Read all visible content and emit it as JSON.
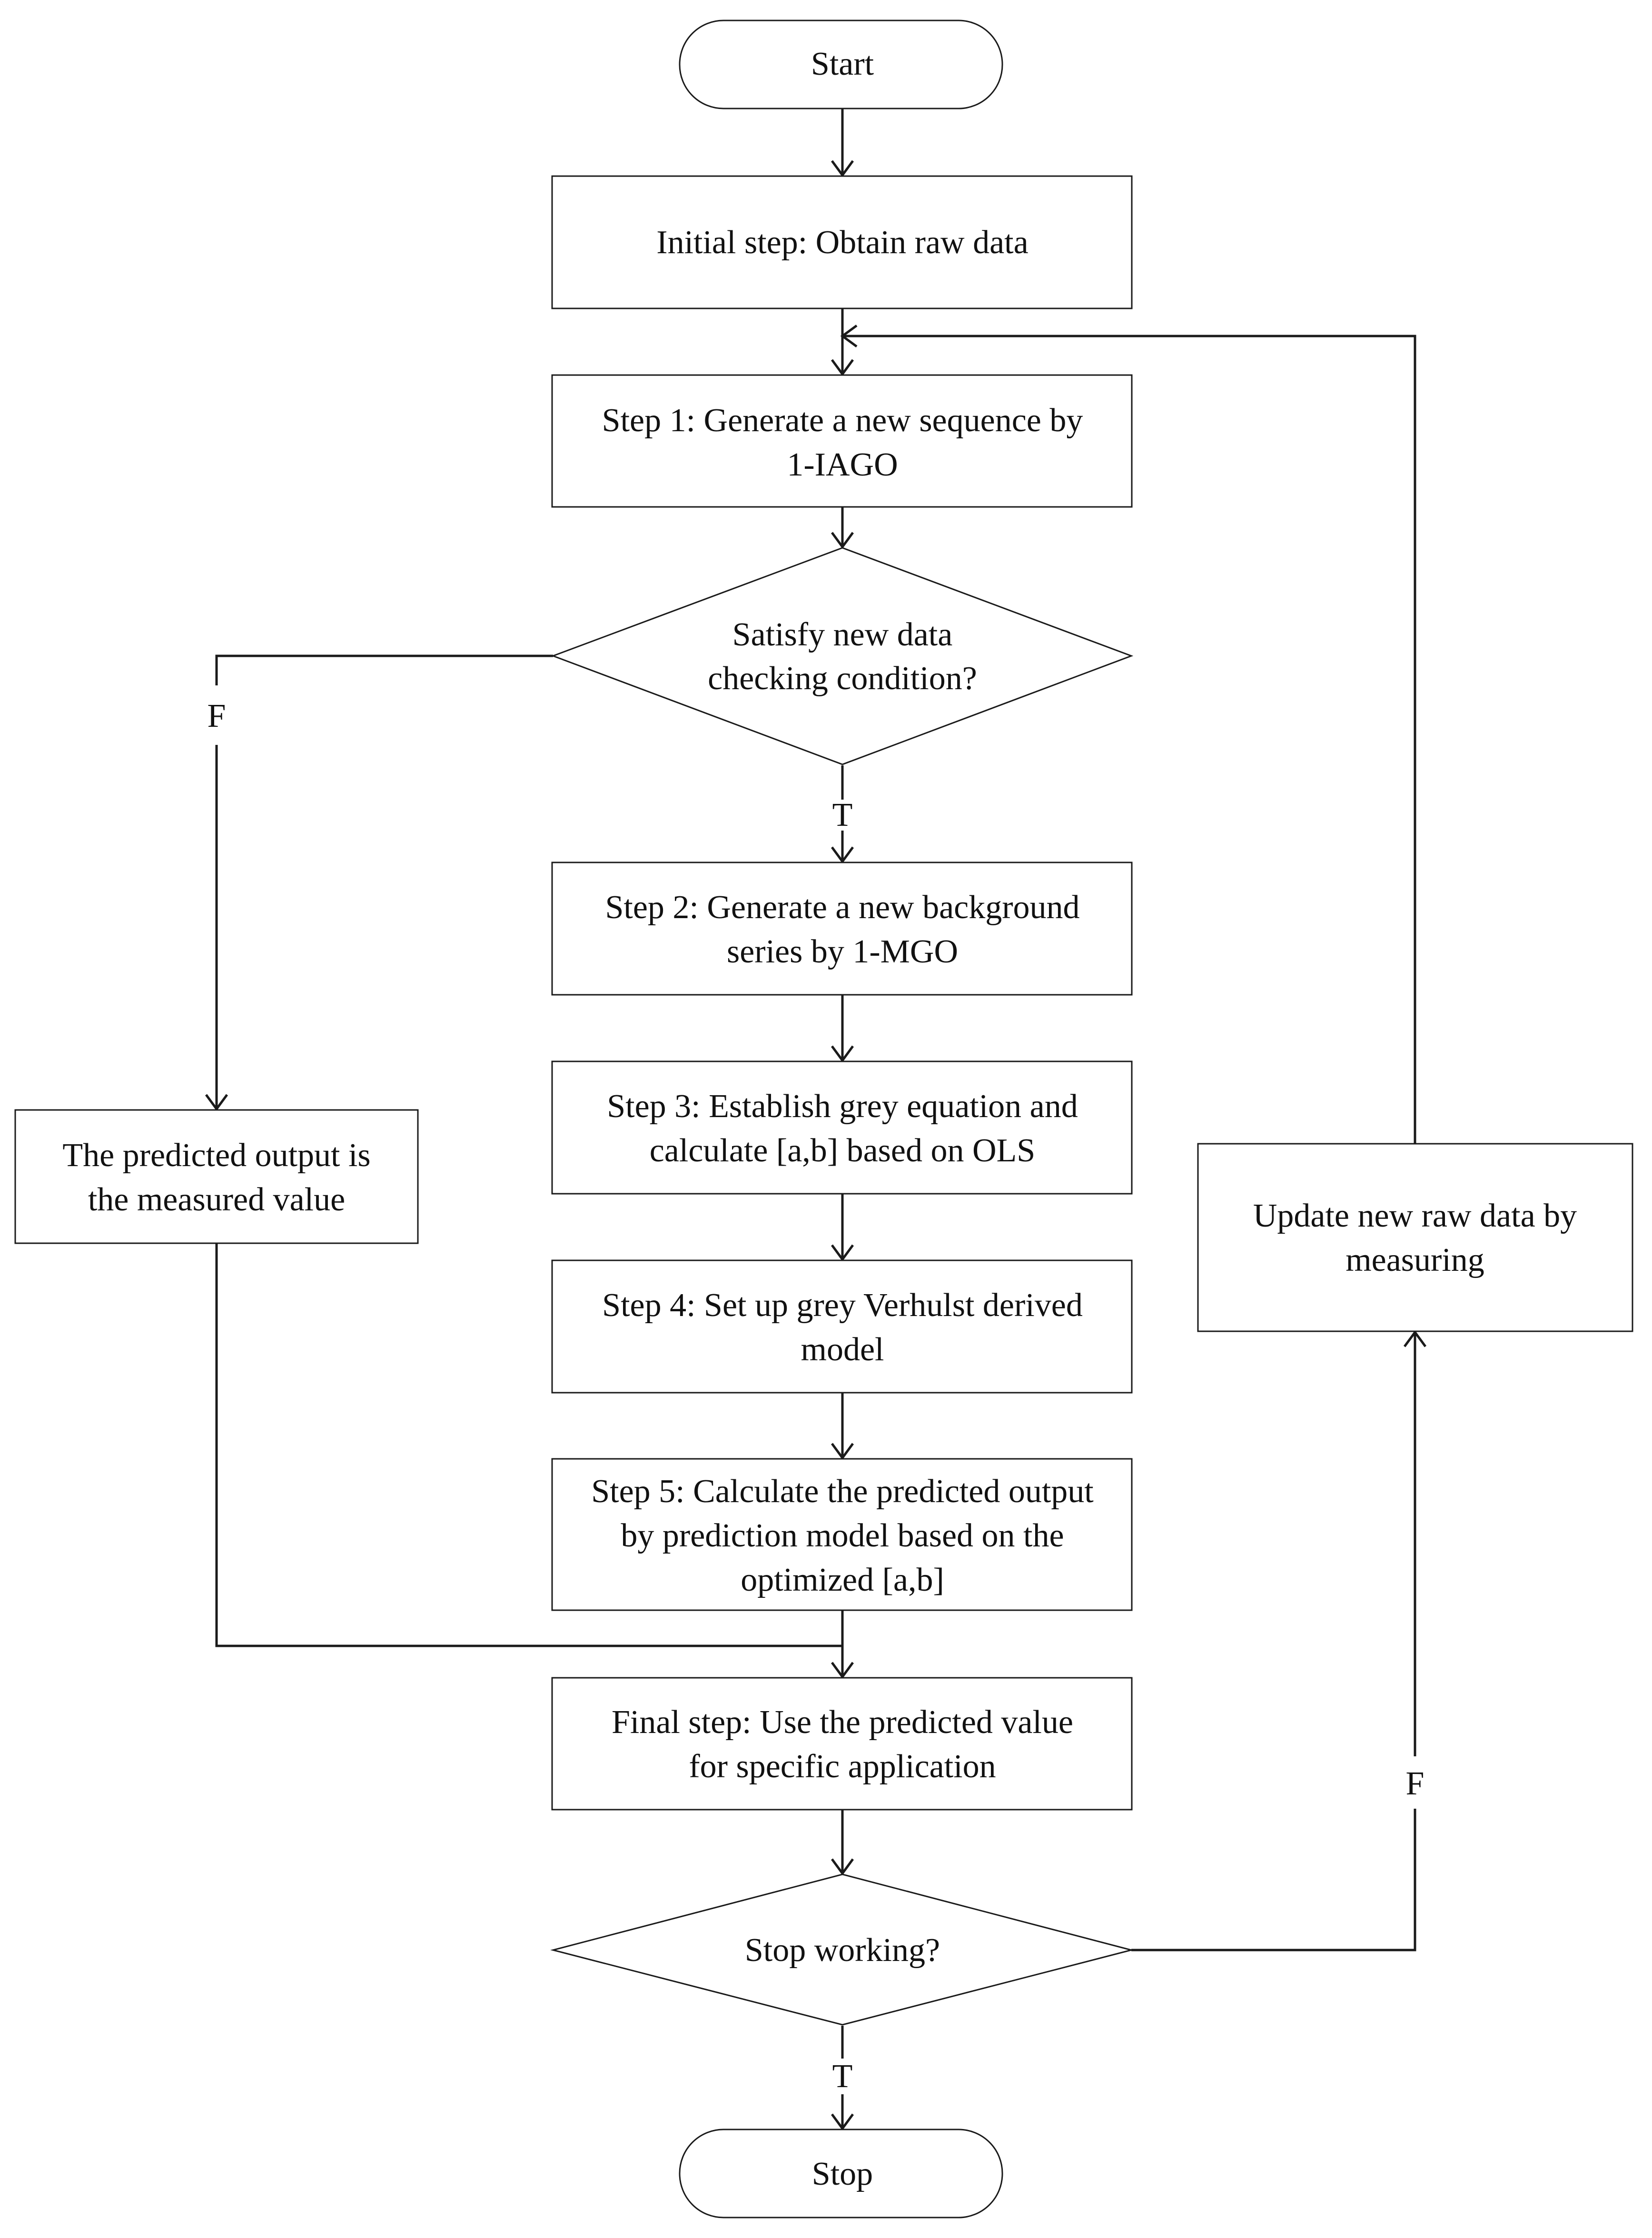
{
  "nodes": {
    "start": {
      "label": "Start"
    },
    "initial": {
      "label": "Initial step: Obtain raw data"
    },
    "step1": {
      "line1": "Step 1: Generate a new sequence by",
      "line2": "1-IAGO"
    },
    "check": {
      "line1": "Satisfy new data",
      "line2": "checking condition?"
    },
    "step2": {
      "line1": "Step 2: Generate a new background",
      "line2": "series by 1-MGO"
    },
    "step3": {
      "line1": "Step 3: Establish grey equation and",
      "line2": "calculate [a,b] based on OLS"
    },
    "step4": {
      "line1": "Step 4: Set up grey Verhulst derived",
      "line2": "model"
    },
    "step5": {
      "line1": "Step 5: Calculate the predicted output",
      "line2": "by prediction model based on the",
      "line3": "optimized [a,b]"
    },
    "final": {
      "line1": "Final step: Use the predicted value",
      "line2": "for specific application"
    },
    "measured": {
      "line1": "The predicted output is",
      "line2": "the measured value"
    },
    "update": {
      "line1": "Update new raw data by",
      "line2": "measuring"
    },
    "stop_check": {
      "label": "Stop working?"
    },
    "stop": {
      "label": "Stop"
    }
  },
  "edge_labels": {
    "check_false": "F",
    "check_true": "T",
    "stop_false": "F",
    "stop_true": "T"
  }
}
